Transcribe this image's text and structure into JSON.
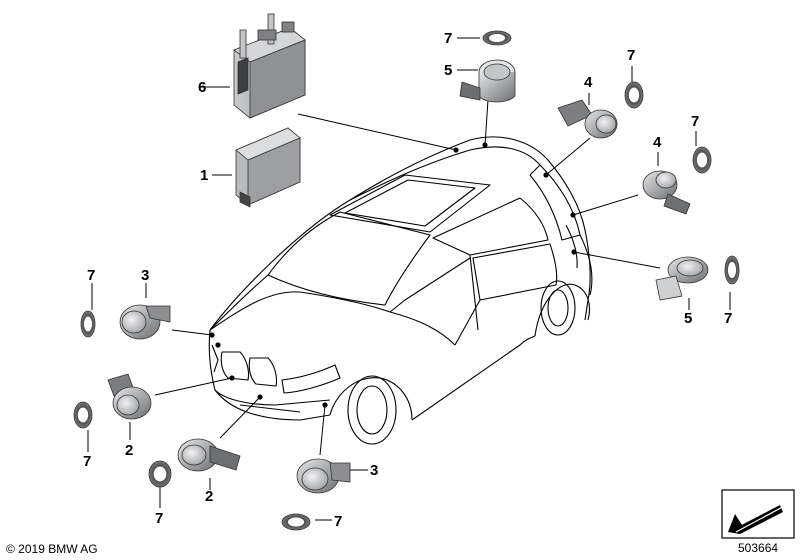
{
  "callouts": {
    "p1": "1",
    "p2": "2",
    "p3": "3",
    "p4": "4",
    "p5": "5",
    "p6": "6",
    "p7": "7"
  },
  "footer": {
    "copyright": "© 2019 BMW AG",
    "diagram_id": "503664"
  },
  "colors": {
    "line": "#000000",
    "part_dark": "#6d6f72",
    "part_mid": "#a3a5a8",
    "part_light": "#d8d9db",
    "background": "#ffffff"
  }
}
